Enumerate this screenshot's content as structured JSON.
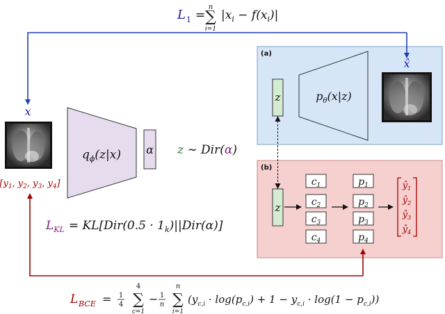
{
  "colors": {
    "loss_l1": "#1a1aa8",
    "loss_kl": "#7a1f7a",
    "loss_bce": "#a00000",
    "alpha_green": "#2e7d32",
    "encoder_fill": "#e6dced",
    "latent_fill": "#d4ecd2",
    "panel_a_fill": "#d7e6f7",
    "panel_b_fill": "#f6cfcf",
    "arrow_blue": "#1f3fb0",
    "arrow_red": "#a00000"
  },
  "losses": {
    "l1": {
      "name": "L",
      "sub": "1",
      "eq": "=",
      "sum_top": "n",
      "sum_bottom": "i=1",
      "sum": "∑",
      "body": "|x",
      "body_sub": "i",
      "body_mid": " − f(x",
      "body_sub2": "i",
      "body_end": ")|"
    },
    "kl": {
      "name": "L",
      "sub": "KL",
      "eq": "= KL[Dir(0.5 · 1",
      "eq_sub": "k",
      "eq_end": ")||Dir(α)]"
    },
    "bce": {
      "name": "L",
      "sub": "BCE",
      "eq": "=",
      "frac1_num": "1",
      "frac1_den": "4",
      "sum1_top": "4",
      "sum1_bottom": "c=1",
      "minus": "−",
      "frac2_num": "1",
      "frac2_den": "n",
      "sum2_top": "n",
      "sum2_bottom": "i=1",
      "sum": "∑",
      "body": "(y",
      "body_sub": "c,i",
      "body2": " · log(p",
      "body2_sub": "c,i",
      "body3": ") + 1 − y",
      "body3_sub": "c,i",
      "body4": " · log(1 − p",
      "body4_sub": "c,i",
      "body5": "))"
    }
  },
  "encoder": {
    "input_label": "x",
    "labels_row": "[y",
    "labels_items": [
      "1",
      "2",
      "3",
      "4"
    ],
    "q_label": "q",
    "q_sub": "ϕ",
    "q_arg": "(z|x)",
    "alpha_label": "α",
    "dist_z": "z",
    "dist_sim": " ∼ Dir(",
    "dist_alpha": "α",
    "dist_close": ")"
  },
  "panel_a": {
    "tag": "(a)",
    "z_label": "z",
    "decoder_p": "p",
    "decoder_sub": "θ",
    "decoder_arg": "(x|z)",
    "recon_label": "x̂"
  },
  "panel_b": {
    "tag": "(b)",
    "z_label": "z",
    "c_letter": "c",
    "c_items": [
      "1",
      "2",
      "3",
      "4"
    ],
    "p_letter": "p",
    "p_items": [
      "1",
      "2",
      "3",
      "4"
    ],
    "yhat_letter": "ŷ",
    "yhat_items": [
      "1",
      "2",
      "3",
      "4"
    ]
  }
}
